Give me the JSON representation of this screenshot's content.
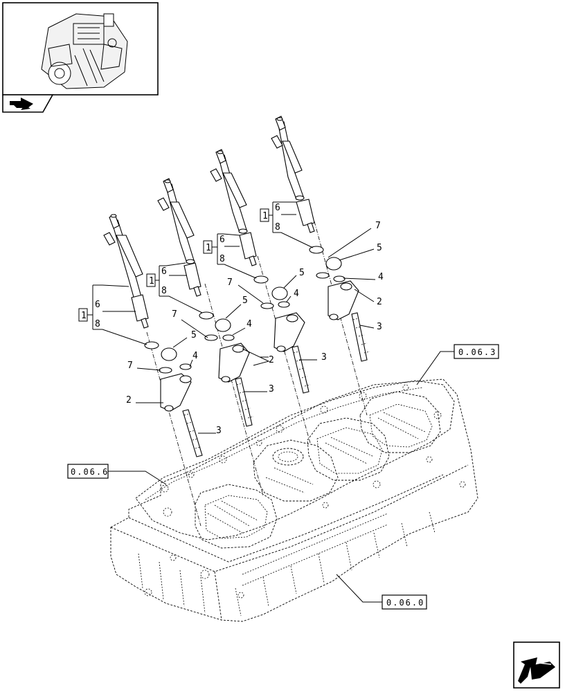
{
  "callouts": {
    "kit": "1",
    "injector": "6",
    "seal": "8",
    "nut": "5",
    "washer_a": "7",
    "washer_b": "4",
    "clamp": "2",
    "stud": "3"
  },
  "references": {
    "cover": "0.06.3",
    "manifold": "0.06.6",
    "head": "0.06.0"
  },
  "icons": {
    "thumbnail": "engine-thumbnail-icon",
    "section": "section-arrow-icon",
    "next": "next-page-arrow-icon"
  }
}
